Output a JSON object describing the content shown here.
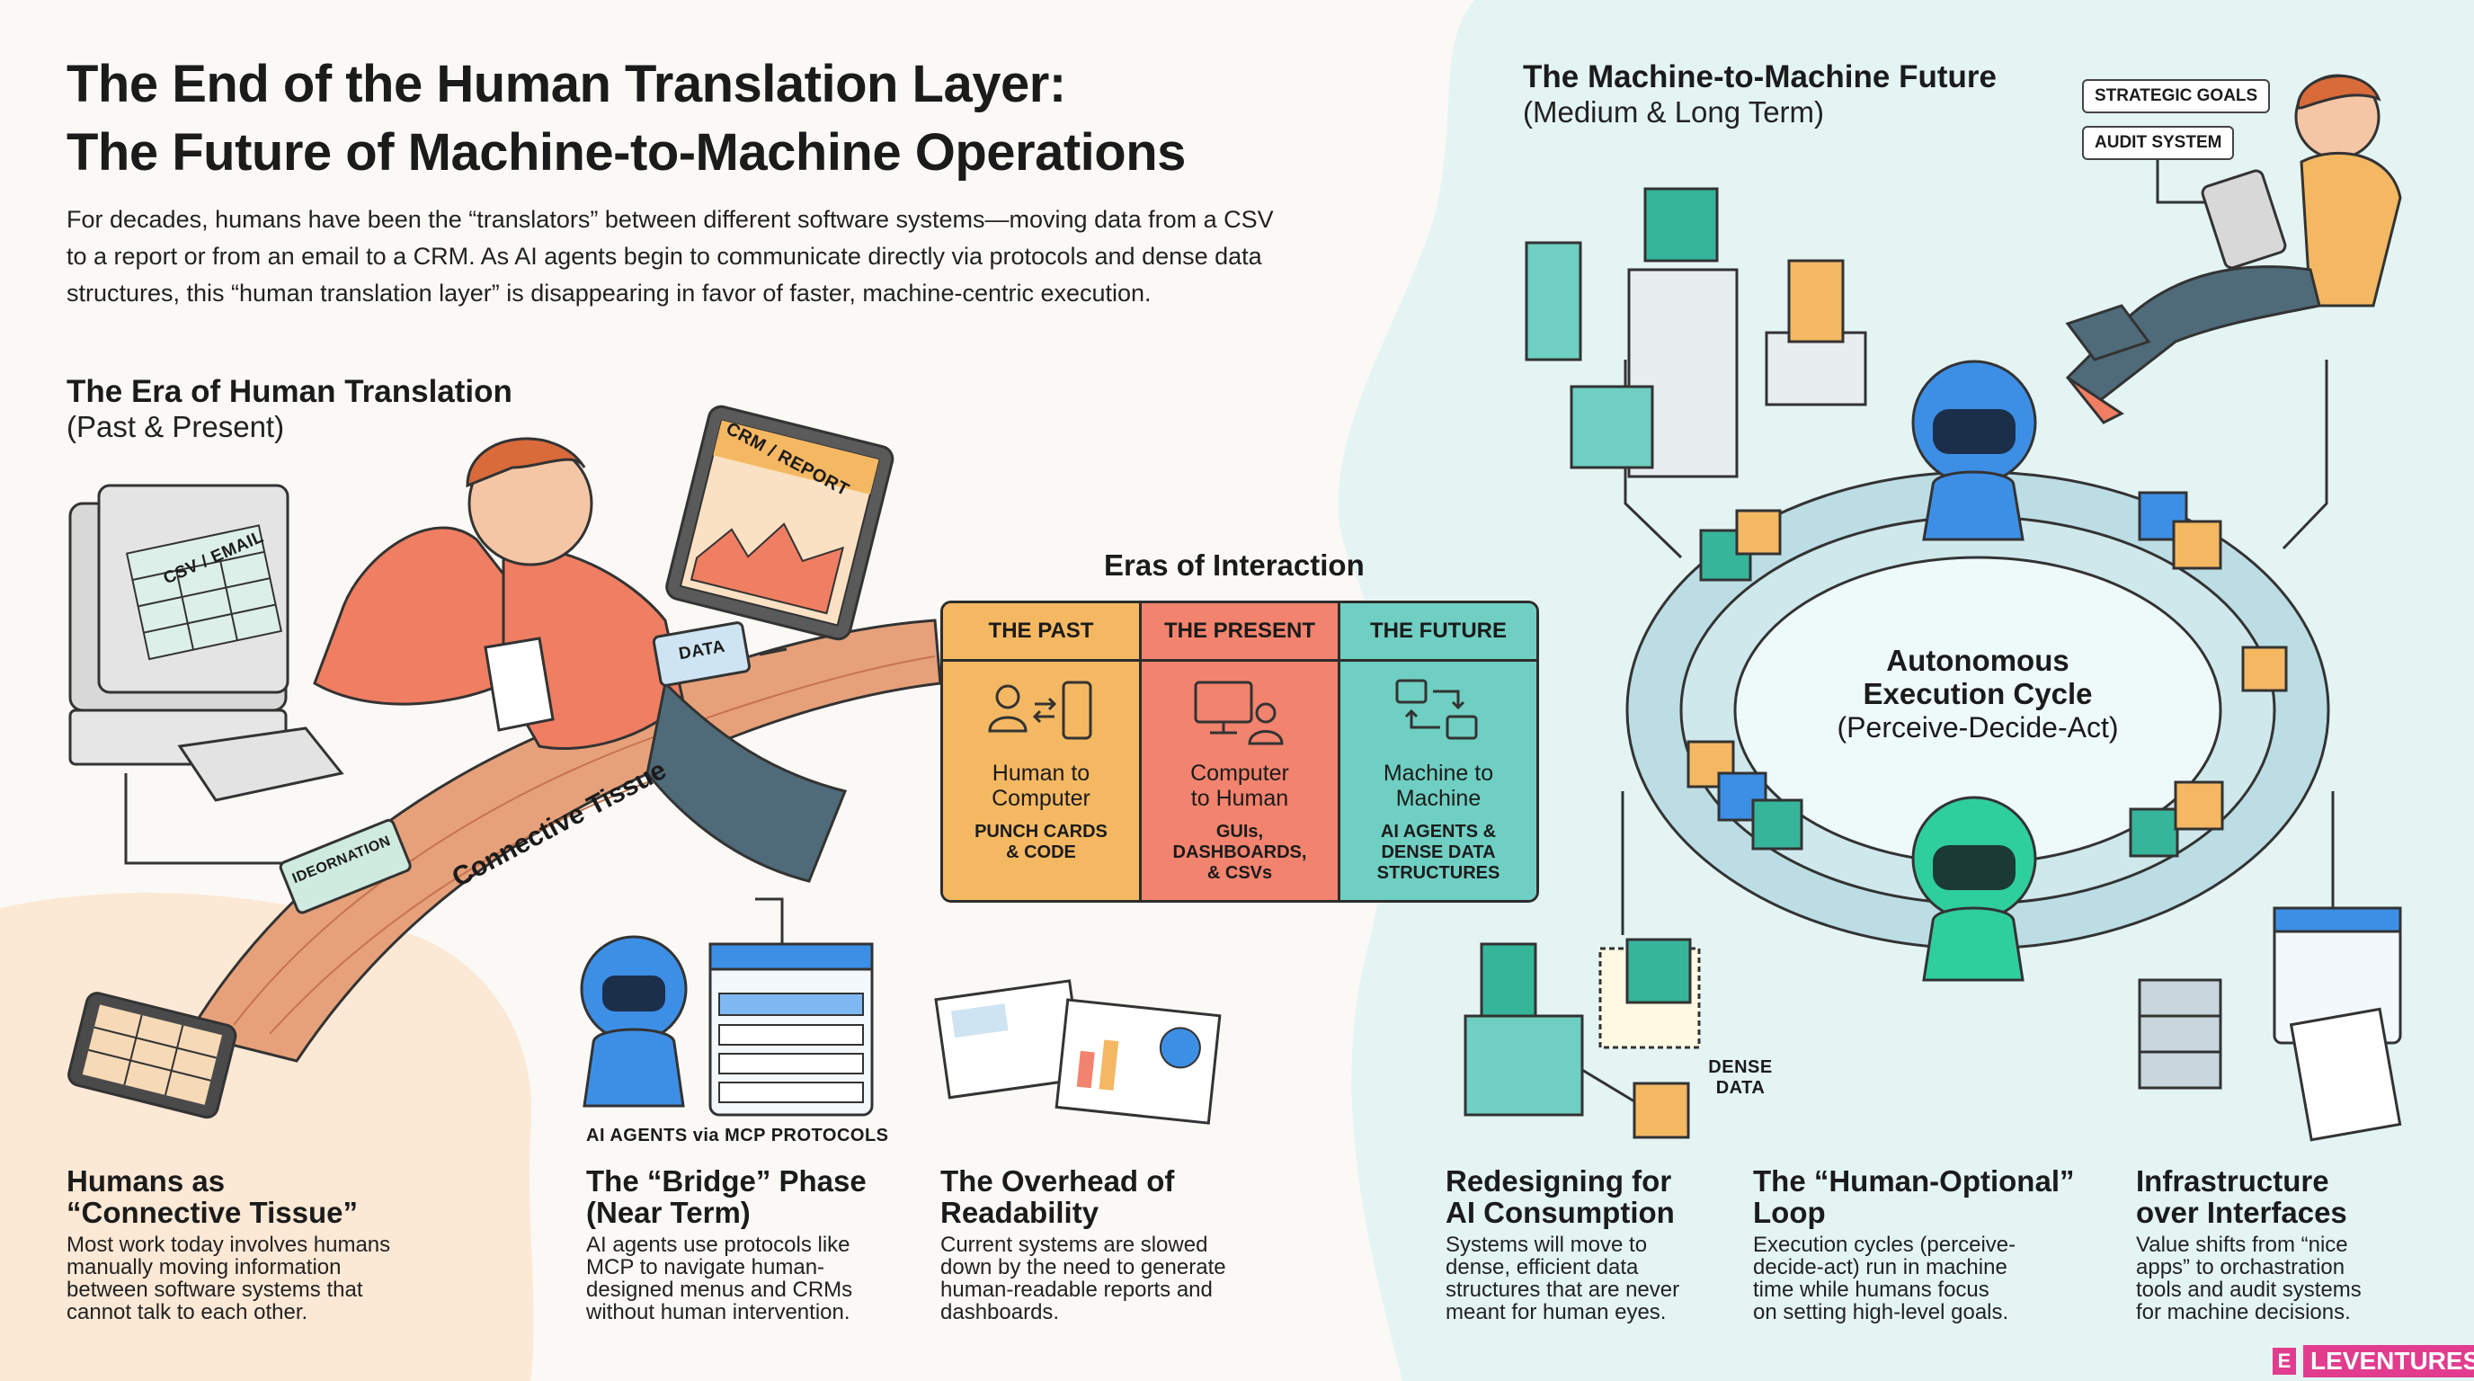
{
  "title": {
    "line1": "The End of the Human Translation Layer:",
    "line2": "The Future of Machine-to-Machine Operations"
  },
  "intro": {
    "line1": "For decades, humans have been the “translators” between different software systems—moving data from a CSV",
    "line2": "to a report or from an email to a CRM. As AI agents begin to communicate directly via protocols and dense data",
    "line3": "structures, this “human translation layer” is disappearing in favor of faster, machine-centric execution."
  },
  "left_section": {
    "heading": "The Era of Human Translation",
    "subheading": "(Past & Present)"
  },
  "right_section": {
    "heading": "The Machine-to-Machine Future",
    "subheading": "(Medium & Long Term)"
  },
  "illustration_labels": {
    "csv_email": "CSV / EMAIL",
    "crm_report": "CRM / REPORT",
    "data": "DATA",
    "ideornation": "IDEORNATION",
    "connective_tissue": "Connective Tissue",
    "ai_agents_mcp": "AI AGENTS via MCP PROTOCOLS",
    "dense_data": "DENSE DATA",
    "strategic_goals": "STRATEGIC GOALS",
    "audit_system": "AUDIT SYSTEM"
  },
  "eras": {
    "heading": "Eras of Interaction",
    "columns": [
      {
        "name": "THE PAST",
        "main": [
          "Human to",
          "Computer"
        ],
        "sub": [
          "PUNCH CARDS",
          "& CODE"
        ],
        "color": "#f4b862"
      },
      {
        "name": "THE PRESENT",
        "main": [
          "Computer",
          "to Human"
        ],
        "sub": [
          "GUIs,",
          "DASHBOARDS,",
          "& CSVs"
        ],
        "color": "#f2836e"
      },
      {
        "name": "THE FUTURE",
        "main": [
          "Machine to",
          "Machine"
        ],
        "sub": [
          "AI AGENTS &",
          "DENSE DATA",
          "STRUCTURES"
        ],
        "color": "#6fcfc2"
      }
    ]
  },
  "cycle": {
    "title1": "Autonomous",
    "title2": "Execution Cycle",
    "subtitle": "(Perceive-Decide-Act)"
  },
  "bottom": [
    {
      "title": [
        "Humans as",
        "“Connective Tissue”"
      ],
      "text": [
        "Most work today involves humans",
        "manually moving information",
        "between software systems that",
        "cannot talk to each other."
      ]
    },
    {
      "title": [
        "The “Bridge” Phase",
        "(Near Term)"
      ],
      "text": [
        "AI agents use protocols like",
        "MCP to navigate human-",
        "designed menus and CRMs",
        "without human intervention."
      ]
    },
    {
      "title": [
        "The Overhead of",
        "Readability"
      ],
      "text": [
        "Current systems are slowed",
        "down by the need to generate",
        "human-readable reports and",
        "dashboards."
      ]
    },
    {
      "title": [
        "Redesigning for",
        "AI Consumption"
      ],
      "text": [
        "Systems will move to",
        "dense, efficient data",
        "structures that are never",
        "meant for human eyes."
      ]
    },
    {
      "title": [
        "The “Human-Optional”",
        "Loop"
      ],
      "text": [
        "Execution cycles (perceive-",
        "decide-act) run in machine",
        "time while humans focus",
        "on setting high-level goals."
      ]
    },
    {
      "title": [
        "Infrastructure",
        "over Interfaces"
      ],
      "text": [
        "Value shifts from “nice",
        "apps” to orchastration",
        "tools and audit systems",
        "for machine decisions."
      ]
    }
  ],
  "logo": {
    "mark": "E",
    "text": "LEVENTURES"
  },
  "colors": {
    "past": "#f4b862",
    "present": "#f2836e",
    "future": "#6fcfc2",
    "brand": "#e23c8f"
  }
}
